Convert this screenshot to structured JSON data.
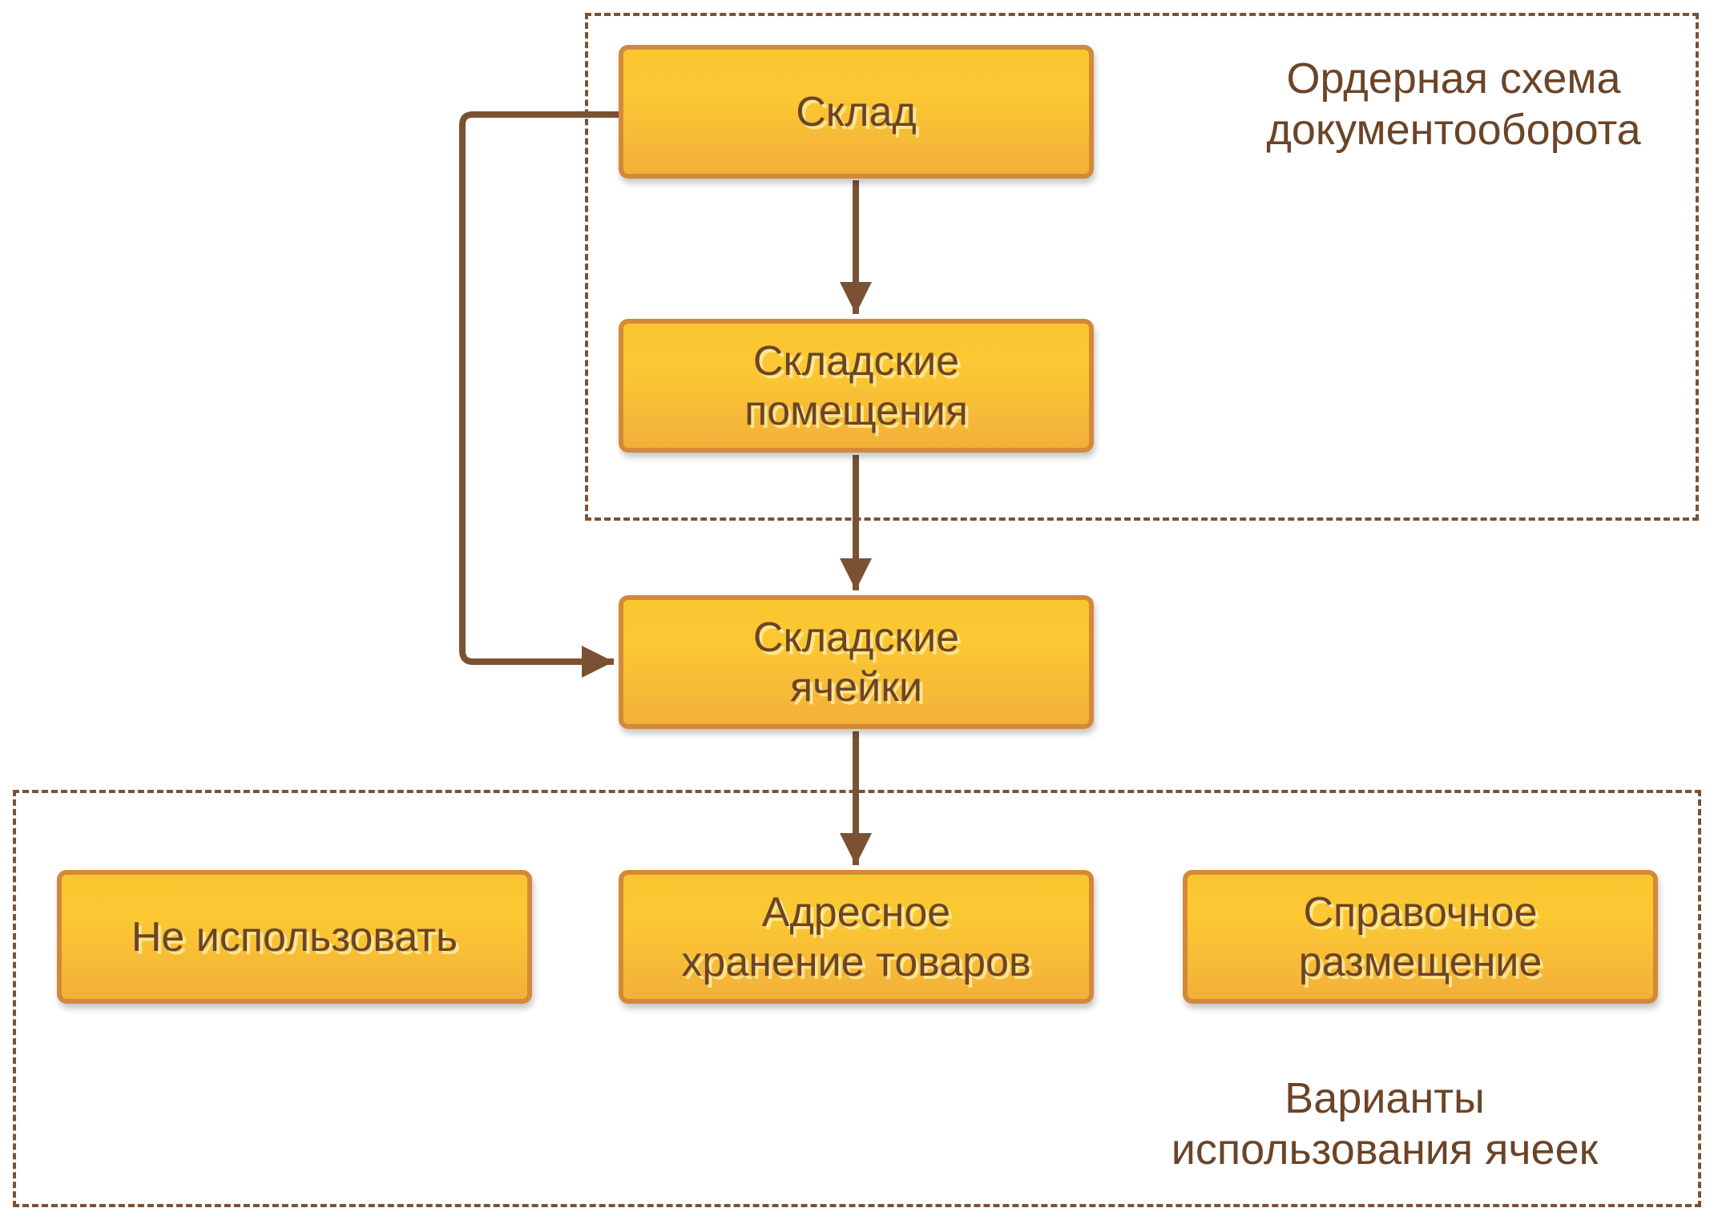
{
  "groups": {
    "order_scheme": {
      "label": "Ордерная схема\nдокументооборота"
    },
    "cell_usage": {
      "label": "Варианты\nиспользования ячеек"
    }
  },
  "nodes": {
    "warehouse": {
      "label": "Склад"
    },
    "premises": {
      "label": "Складские\nпомещения"
    },
    "cells": {
      "label": "Складские\nячейки"
    },
    "not_use": {
      "label": "Не использовать"
    },
    "address_storage": {
      "label": "Адресное\nхранение товаров"
    },
    "reference_placement": {
      "label": "Справочное\nразмещение"
    }
  },
  "edges": [
    {
      "from": "warehouse",
      "to": "premises"
    },
    {
      "from": "premises",
      "to": "cells"
    },
    {
      "from": "warehouse",
      "to": "cells"
    },
    {
      "from": "cells",
      "to": "address_storage"
    }
  ],
  "colors": {
    "text": "#6b4428",
    "border": "#d28a38",
    "fill_top": "#fbc833",
    "fill_bottom": "#f2b03a",
    "connector": "#7a5233"
  }
}
